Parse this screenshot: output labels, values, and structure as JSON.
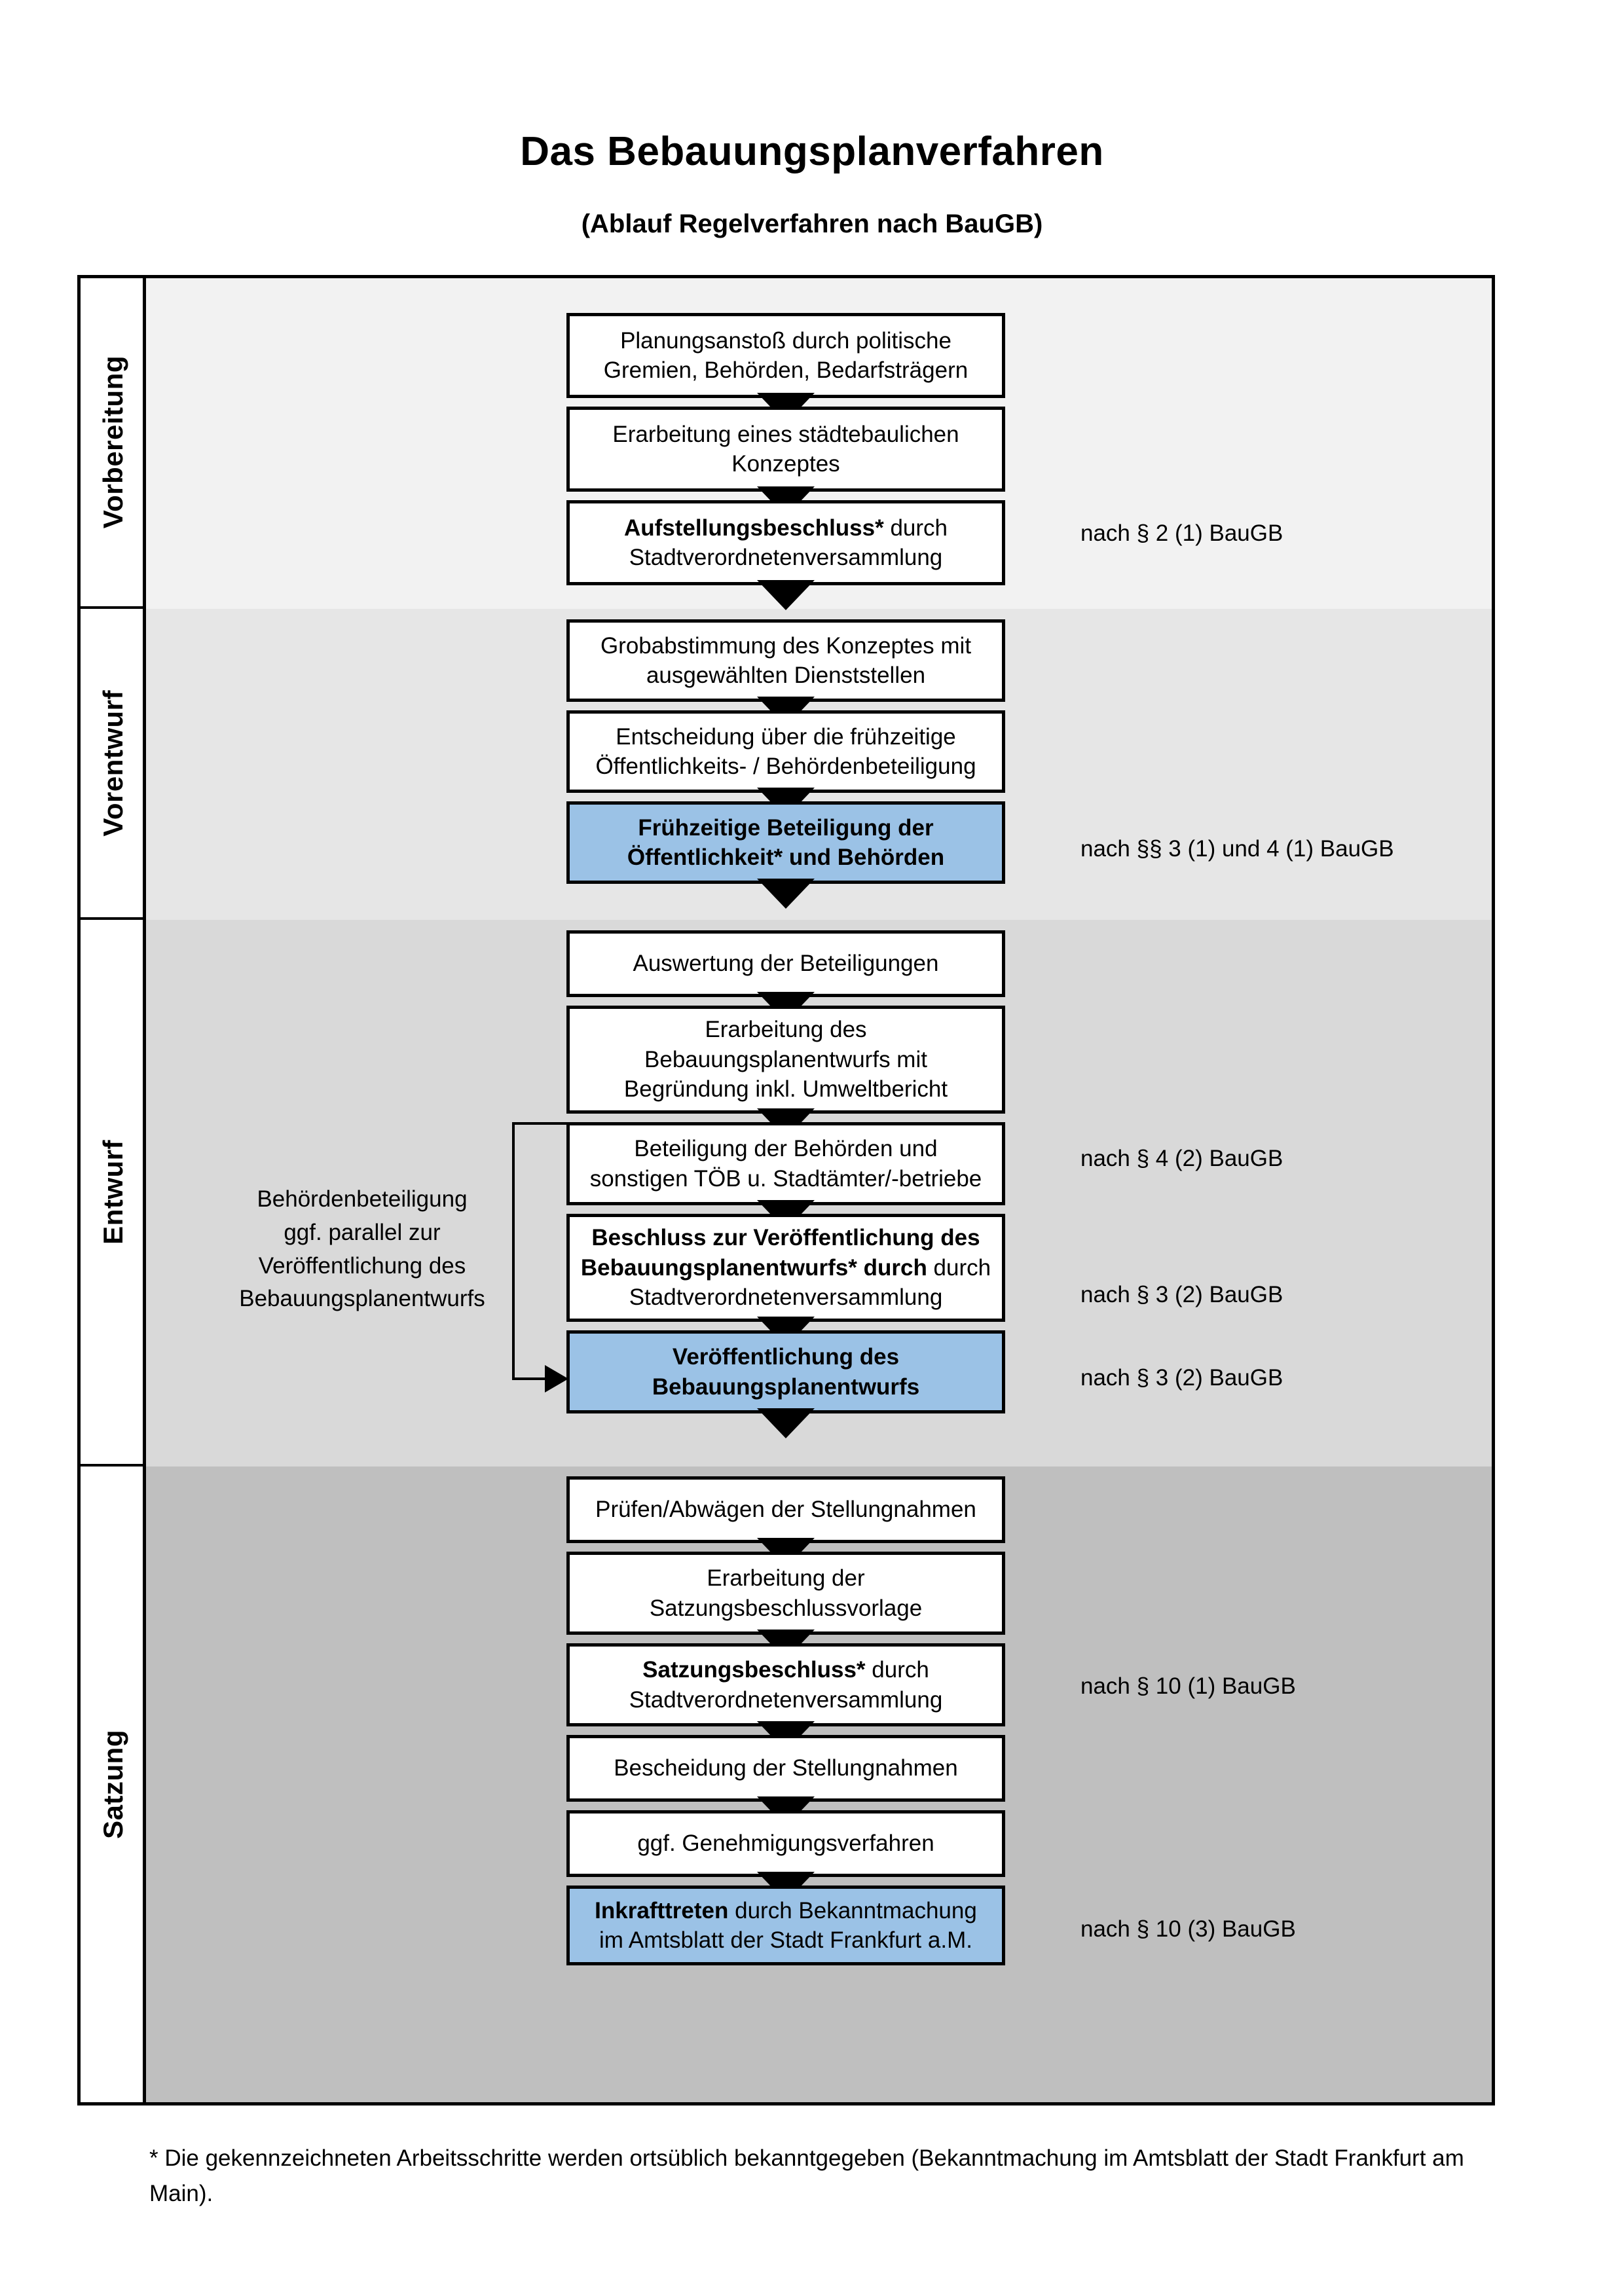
{
  "header": {
    "title": "Das Bebauungsplanverfahren",
    "subtitle": "(Ablauf Regelverfahren nach BauGB)"
  },
  "phases": [
    {
      "label": "Vorbereitung"
    },
    {
      "label": "Vorentwurf"
    },
    {
      "label": "Entwurf"
    },
    {
      "label": "Satzung"
    }
  ],
  "steps": [
    {
      "id": "planungsanstoss",
      "line1": "Planungsanstoß durch politische",
      "line2": "Gremien, Behörden, Bedarfsträgern",
      "bold_prefix": "",
      "highlight": false
    },
    {
      "id": "staedtebauliches-konzept",
      "line1": "Erarbeitung eines städtebaulichen",
      "line2": "Konzeptes",
      "bold_prefix": "",
      "highlight": false
    },
    {
      "id": "aufstellungsbeschluss",
      "line1": "Aufstellungsbeschluss* durch",
      "line2": "Stadtverordnetenversammlung",
      "bold_prefix": "Aufstellungsbeschluss*",
      "rest": " durch",
      "highlight": false
    },
    {
      "id": "grobabstimmung",
      "line1": "Grobabstimmung des Konzeptes mit",
      "line2": "ausgewählten Dienststellen",
      "bold_prefix": "",
      "highlight": false
    },
    {
      "id": "entscheidung-fruehzeitige",
      "line1": "Entscheidung über die frühzeitige",
      "line2": "Öffentlichkeits- / Behördenbeteiligung",
      "bold_prefix": "",
      "highlight": false
    },
    {
      "id": "fruehzeitige-beteiligung",
      "line1": "Frühzeitige Beteiligung der",
      "line2": "Öffentlichkeit* und Behörden",
      "bold_prefix": "",
      "highlight": true
    },
    {
      "id": "auswertung-beteiligungen",
      "line1": "Auswertung der Beteiligungen",
      "line2": "",
      "bold_prefix": "",
      "highlight": false
    },
    {
      "id": "erarbeitung-bplanentwurf",
      "line1": "Erarbeitung des",
      "line2": "Bebauungsplanentwurfs mit",
      "line3": "Begründung inkl. Umweltbericht",
      "bold_prefix": "",
      "highlight": false
    },
    {
      "id": "beteiligung-behoerden-toeb",
      "line1": "Beteiligung der Behörden und",
      "line2": "sonstigen TÖB u. Stadtämter/-betriebe",
      "bold_prefix": "",
      "highlight": false
    },
    {
      "id": "beschluss-veroeffentlichung",
      "line1": "Beschluss zur Veröffentlichung des",
      "line2": "Bebauungsplanentwurfs* durch",
      "line3": "Stadtverordnetenversammlung",
      "bold_prefix": "Beschluss zur Veröffentlichung des Bebauungsplanentwurfs*",
      "rest": " durch",
      "highlight": false
    },
    {
      "id": "veroeffentlichung-bplanentwurf",
      "line1": "Veröffentlichung des",
      "line2": "Bebauungsplanentwurfs",
      "bold_prefix": "",
      "highlight": true
    },
    {
      "id": "pruefen-abwaegen",
      "line1": "Prüfen/Abwägen der Stellungnahmen",
      "line2": "",
      "bold_prefix": "",
      "highlight": false
    },
    {
      "id": "erarbeitung-satzungsbeschlussvorlage",
      "line1": "Erarbeitung der",
      "line2": "Satzungsbeschlussvorlage",
      "bold_prefix": "",
      "highlight": false
    },
    {
      "id": "satzungsbeschluss",
      "line1": "Satzungsbeschluss* durch",
      "line2": "Stadtverordnetenversammlung",
      "bold_prefix": "Satzungsbeschluss*",
      "rest": " durch",
      "highlight": false
    },
    {
      "id": "bescheidung-stellungnahmen",
      "line1": "Bescheidung der Stellungnahmen",
      "line2": "",
      "bold_prefix": "",
      "highlight": false
    },
    {
      "id": "genehmigungsverfahren",
      "line1": "ggf. Genehmigungsverfahren",
      "line2": "",
      "bold_prefix": "",
      "highlight": false
    },
    {
      "id": "inkrafttreten",
      "line1": "Inkrafttreten durch Bekanntmachung",
      "line2": "im Amtsblatt der Stadt Frankfurt a.M.",
      "bold_prefix": "Inkrafttreten",
      "rest": " durch Bekanntmachung",
      "highlight": true
    }
  ],
  "references": [
    {
      "id": "ref-par2-1",
      "text": "nach § 2 (1) BauGB"
    },
    {
      "id": "ref-par3-1-4-1",
      "text": "nach §§ 3 (1) und 4 (1) BauGB"
    },
    {
      "id": "ref-par4-2",
      "text": "nach § 4 (2) BauGB"
    },
    {
      "id": "ref-par3-2-a",
      "text": "nach § 3 (2) BauGB"
    },
    {
      "id": "ref-par3-2-b",
      "text": "nach § 3 (2) BauGB"
    },
    {
      "id": "ref-par10-1",
      "text": "nach § 10 (1) BauGB"
    },
    {
      "id": "ref-par10-3",
      "text": "nach § 10 (3) BauGB"
    }
  ],
  "sidenote": {
    "line1": "Behördenbeteiligung",
    "line2": "ggf. parallel zur",
    "line3": "Veröffentlichung des",
    "line4": "Bebauungsplanentwurfs"
  },
  "footnote": {
    "text": "* Die gekennzeichneten Arbeitsschritte werden ortsüblich bekanntgegeben (Bekanntmachung im Amtsblatt  der Stadt Frankfurt am Main)."
  },
  "colors": {
    "highlight_blue": "#9BC2E6",
    "band1": "#F2F2F2",
    "band2": "#E6E6E6",
    "band3": "#D9D9D9",
    "band4": "#BFBFBF",
    "line": "#000000"
  }
}
